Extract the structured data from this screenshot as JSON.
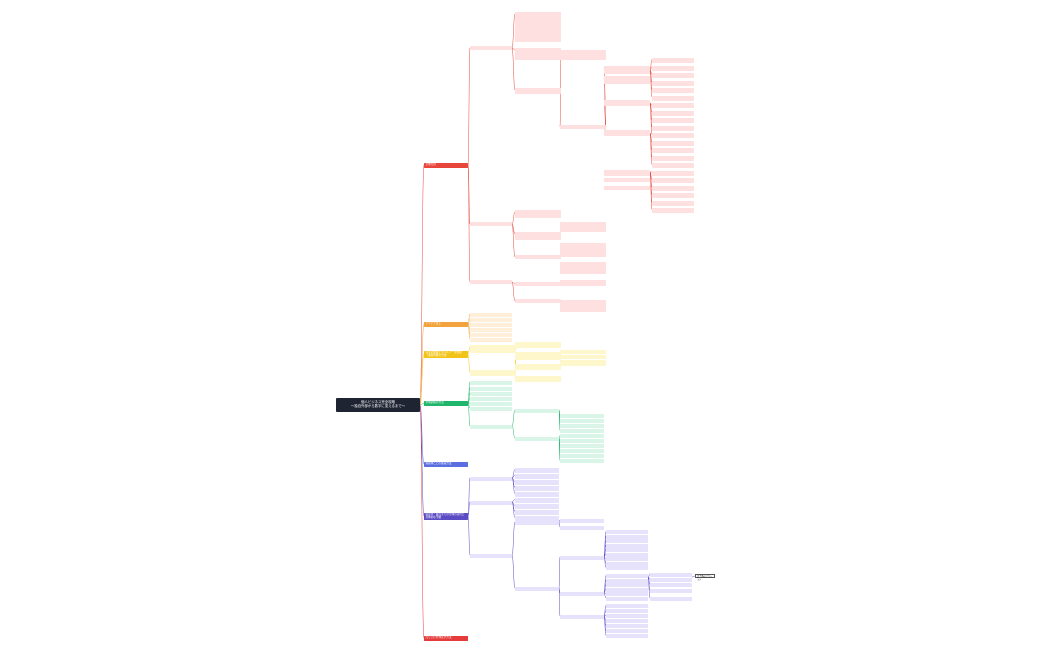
{
  "root": {
    "title_line1": "個人ビジネス完全攻略",
    "title_line2": "～独自外部から数字に変えるまで～"
  },
  "colors": {
    "root": "#1f2433",
    "red": "#e8463a",
    "orange": "#f3a33d",
    "yellow": "#f2c417",
    "green": "#1fb56a",
    "blue": "#5a6ee0",
    "purple": "#5b4bc4",
    "red2": "#e53b3b"
  },
  "branches": [
    {
      "label": "全体方針",
      "color_key": "red"
    },
    {
      "label": "アイデア出し",
      "color_key": "orange"
    },
    {
      "label": "自身の経験とスキルデータ整理（適性判断の方法）",
      "color_key": "yellow"
    },
    {
      "label": "市場調査の方法",
      "color_key": "green"
    },
    {
      "label": "各媒体ごとの集客方法",
      "color_key": "blue"
    },
    {
      "label": "収益化・販売までの全体の流れと具体的な手順",
      "color_key": "purple"
    },
    {
      "label": "売り上げを伸ばす方法",
      "color_key": "red2"
    }
  ],
  "side_note": "完了時のアクション"
}
